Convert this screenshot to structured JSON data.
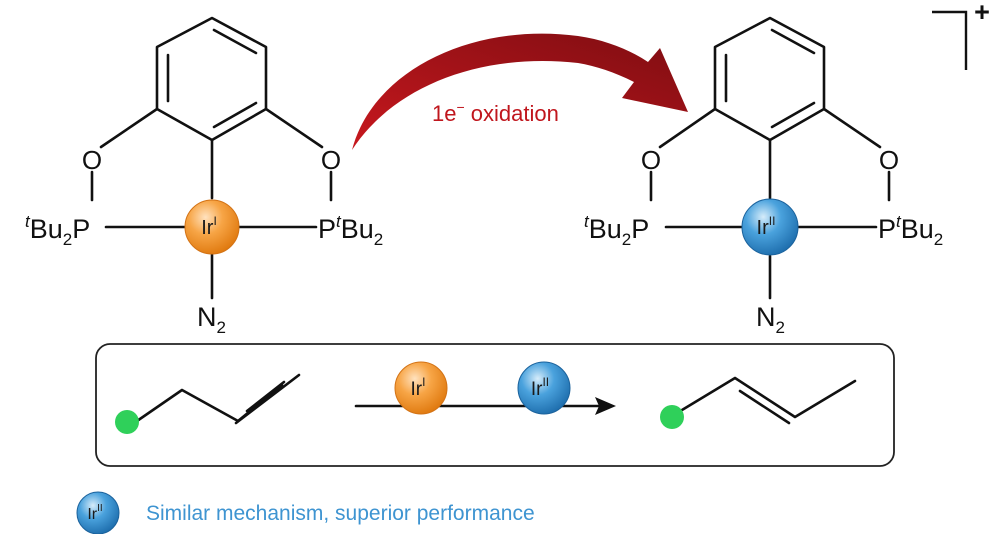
{
  "left_complex": {
    "metal": "Ir",
    "metal_ox": "I",
    "o_left": "O",
    "o_right": "O",
    "p_left_sup": "t",
    "p_left_main": "Bu",
    "p_left_sub": "2",
    "p_left_atom": "P",
    "p_right_atom": "P",
    "p_right_sup": "t",
    "p_right_main": "Bu",
    "p_right_sub": "2",
    "ligand_main": "N",
    "ligand_sub": "2"
  },
  "right_complex": {
    "metal": "Ir",
    "metal_ox": "II",
    "o_left": "O",
    "o_right": "O",
    "p_left_sup": "t",
    "p_left_main": "Bu",
    "p_left_sub": "2",
    "p_left_atom": "P",
    "p_right_atom": "P",
    "p_right_sup": "t",
    "p_right_main": "Bu",
    "p_right_sub": "2",
    "ligand_main": "N",
    "ligand_sub": "2",
    "charge": "+"
  },
  "arrow_label": {
    "prefix": "1e",
    "superscript": "−",
    "suffix": " oxidation"
  },
  "reaction_box": {
    "catalyst_1": {
      "metal": "Ir",
      "ox": "I"
    },
    "catalyst_2": {
      "metal": "Ir",
      "ox": "II"
    }
  },
  "legend": {
    "metal": "Ir",
    "ox": "II",
    "text": "Similar mechanism, superior performance"
  },
  "colors": {
    "ir1_orange": "#f39a3c",
    "ir2_blue": "#3f9ad6",
    "substituent_green": "#2fd05a",
    "arrow_red": "#a3141a",
    "label_red": "#c0161d",
    "legend_blue": "#3e94d1"
  }
}
